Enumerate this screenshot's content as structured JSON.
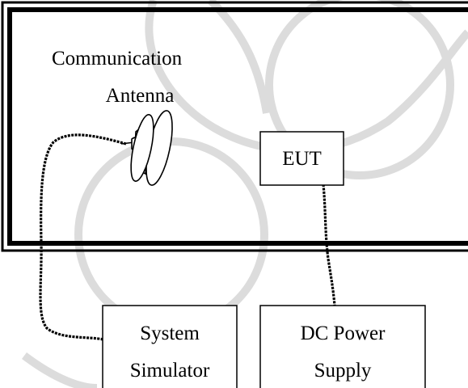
{
  "diagram": {
    "antenna_label": {
      "line1": "Communication",
      "line2": "Antenna"
    },
    "eut_label": "EUT",
    "simulator_label": {
      "line1": "System",
      "line2": "Simulator"
    },
    "power_label": {
      "line1": "DC Power",
      "line2": "Supply"
    }
  },
  "colors": {
    "line": "#000000",
    "background": "#ffffff",
    "watermark": "#d9d9d9"
  }
}
